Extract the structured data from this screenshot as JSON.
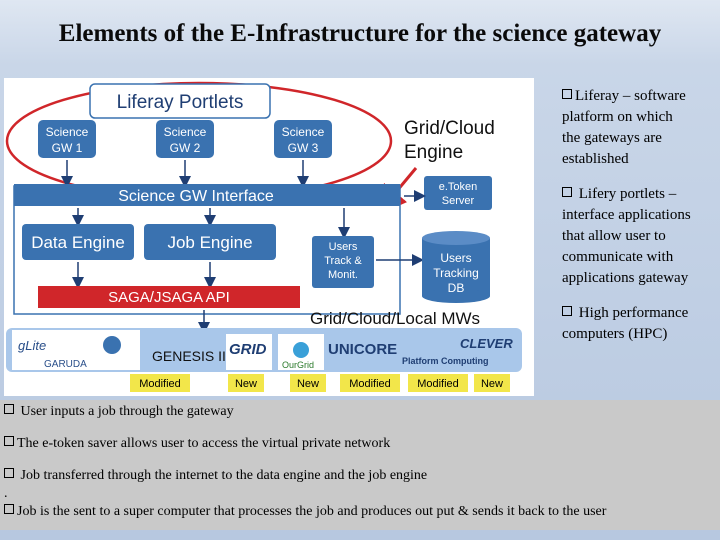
{
  "title": "Elements of the E-Infrastructure for the  science gateway",
  "diagram": {
    "liferay_portlets": "Liferay Portlets",
    "gateways": [
      {
        "line1": "Science",
        "line2": "GW 1"
      },
      {
        "line1": "Science",
        "line2": "GW 2"
      },
      {
        "line1": "Science",
        "line2": "GW 3"
      }
    ],
    "grid_cloud_engine": {
      "line1": "Grid/Cloud",
      "line2": "Engine"
    },
    "science_gw_interface": "Science GW Interface",
    "etoken_server": {
      "line1": "e.Token",
      "line2": "Server"
    },
    "data_engine": "Data Engine",
    "job_engine": "Job Engine",
    "users_track": {
      "line1": "Users",
      "line2": "Track &",
      "line3": "Monit."
    },
    "users_tracking_db": {
      "line1": "Users",
      "line2": "Tracking",
      "line3": "DB"
    },
    "saga_api": "SAGA/JSAGA API",
    "middleware_label": "Grid/Cloud/Local  MWs",
    "logos": {
      "glite": "gLite",
      "garuda": "GARUDA",
      "genesis": "GENESIS II",
      "grid": "GRID",
      "ourgrid": "OurGrid",
      "unicore": "UNICORE",
      "platform": "Platform Computing",
      "clever": "CLEVER"
    },
    "tags": [
      "Modified",
      "New",
      "New",
      "Modified",
      "Modified",
      "New"
    ]
  },
  "right_bullets": [
    {
      "lines": [
        "Liferay – software",
        "platform on which",
        " the gateways are",
        " established"
      ]
    },
    {
      "lines": [
        " Lifery portlets –",
        "interface applications",
        "that allow user to",
        "communicate with",
        "applications gateway"
      ]
    },
    {
      "lines": [
        " High performance",
        " computers (HPC)"
      ]
    }
  ],
  "bottom_lines": [
    " User inputs a job  through the gateway",
    "The e-token saver allows user to access the virtual private  network",
    " Job  transferred through  the internet to the  data engine and the job engine",
    ".",
    "Job is the sent to a super computer that  processes the job and produces out put & sends it back to the user"
  ],
  "colors": {
    "box_blue": "#3a72b0",
    "light_blue": "#a9c7ea",
    "red": "#d0262a",
    "tag_yellow": "#f2e64a"
  }
}
